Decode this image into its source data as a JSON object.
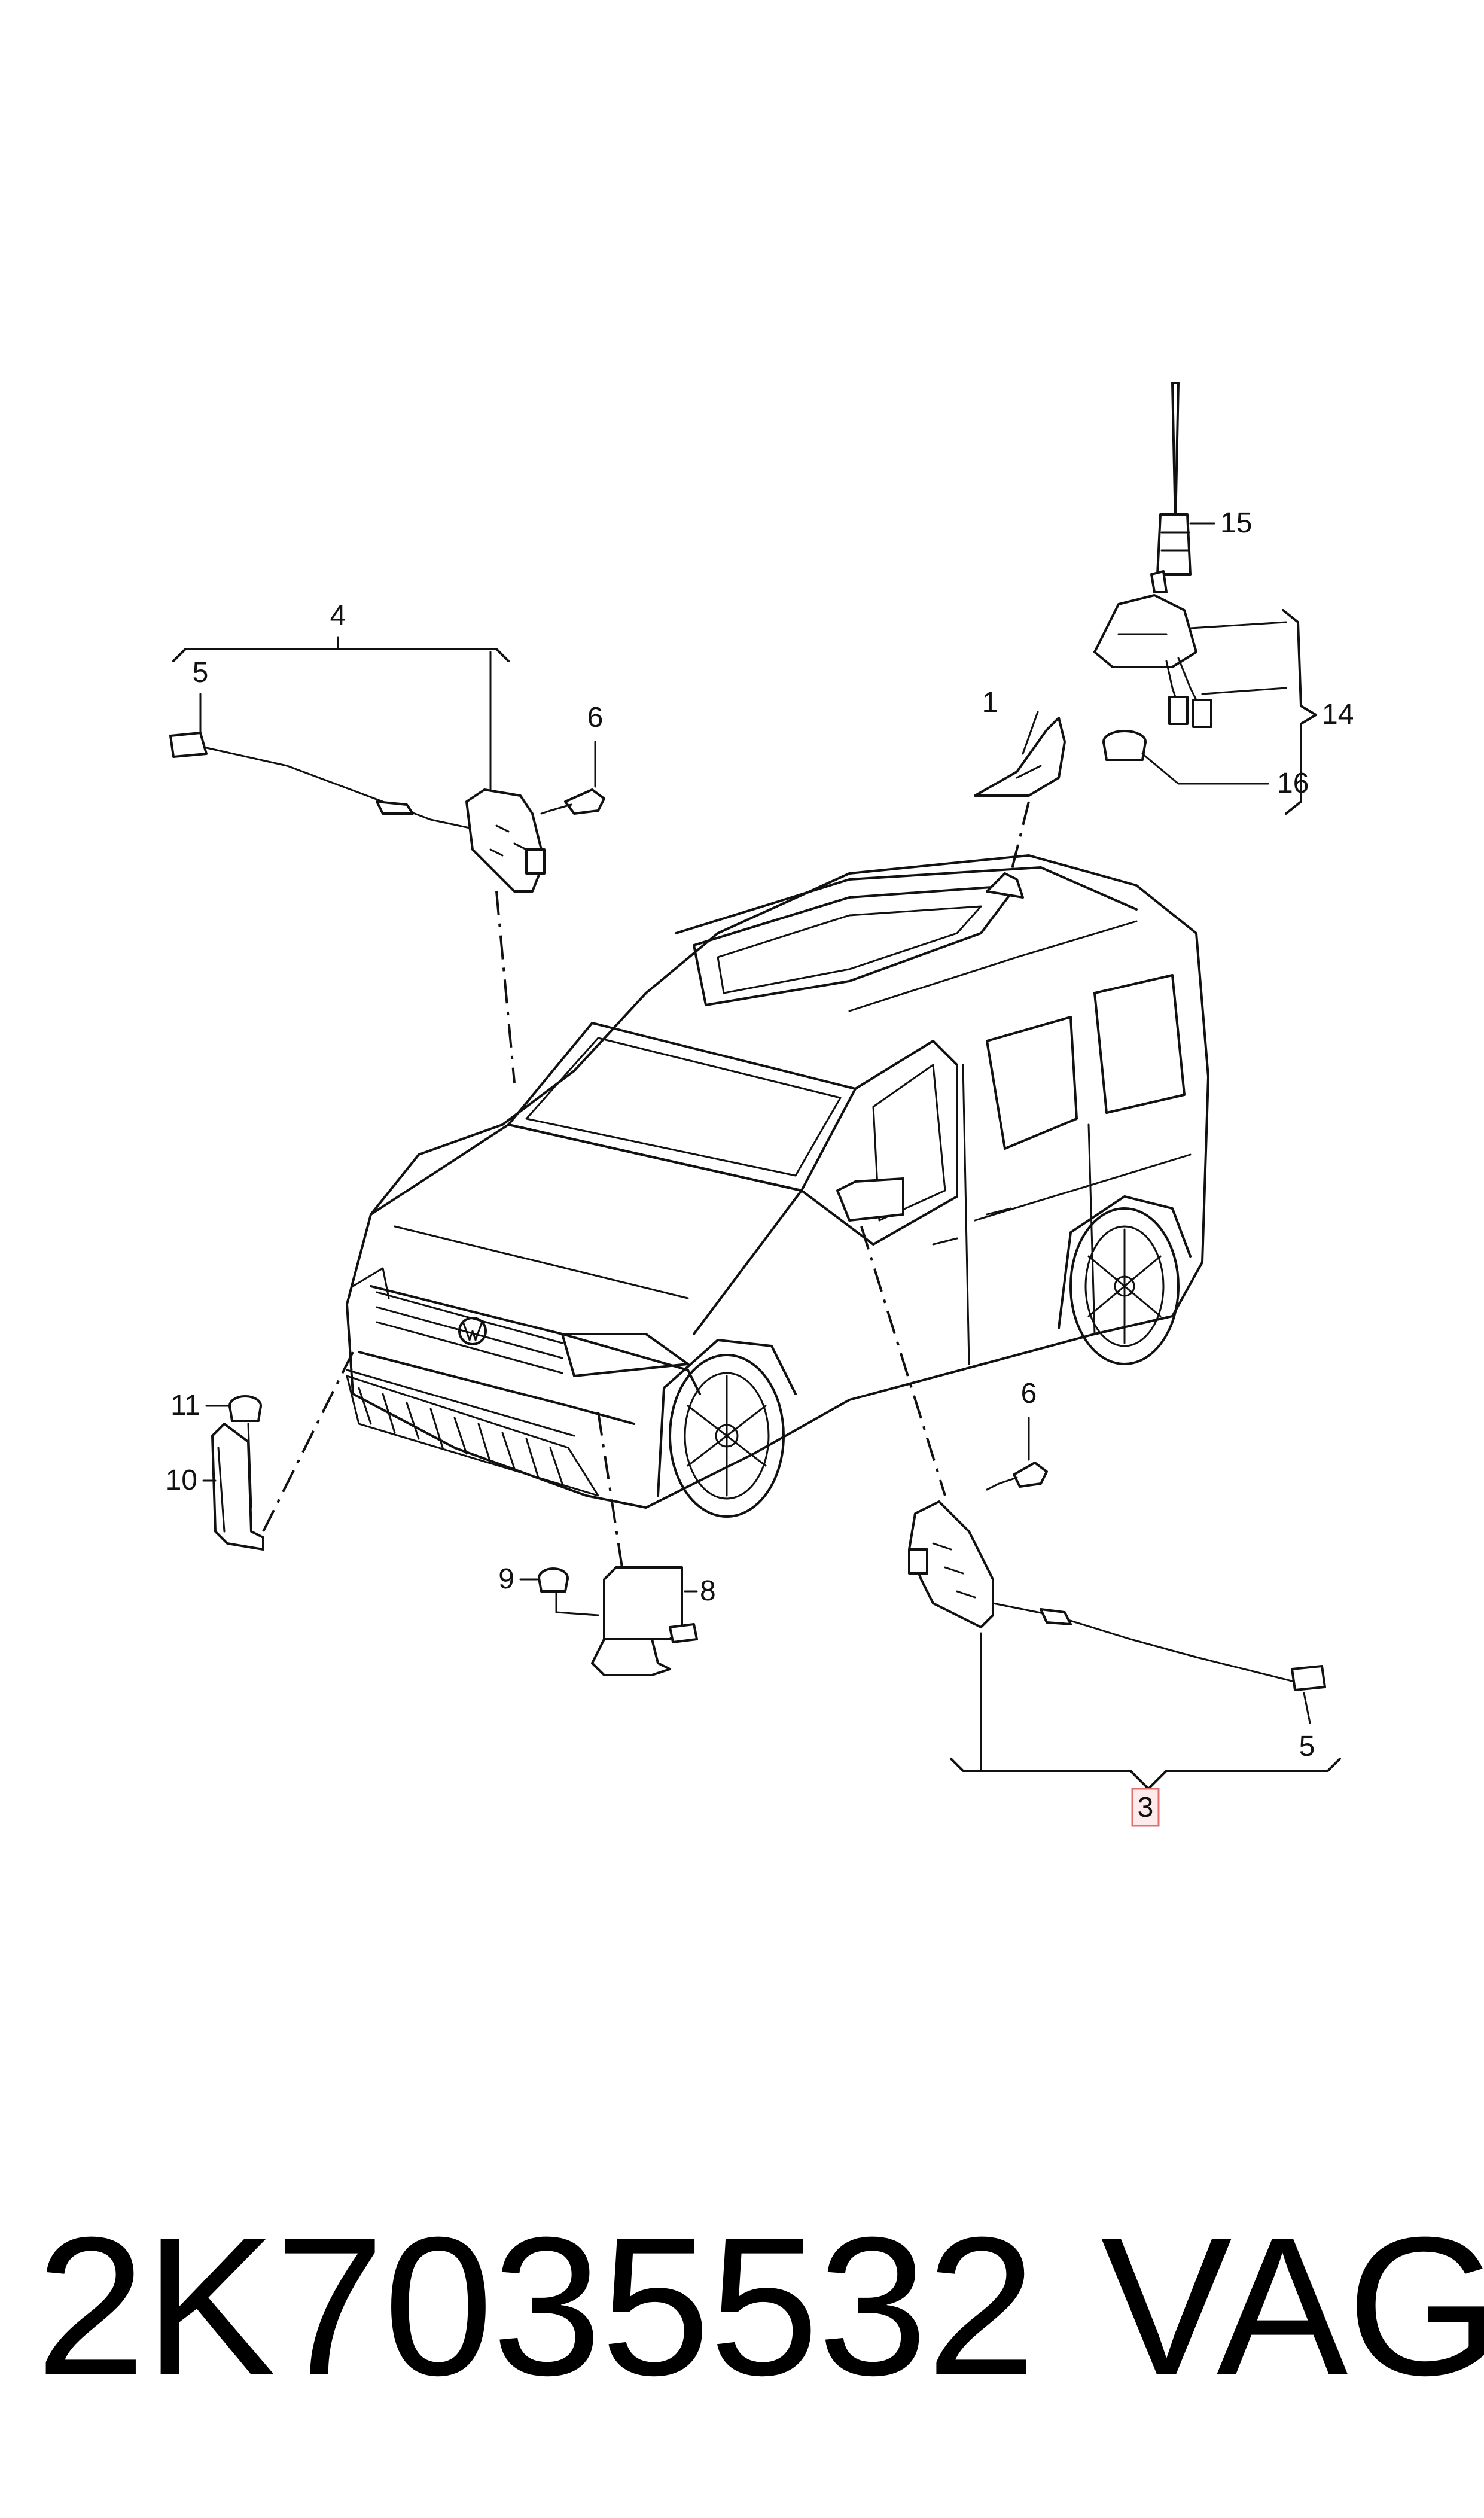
{
  "callouts": {
    "c1": "1",
    "c3": "3",
    "c4": "4",
    "c5a": "5",
    "c5b": "5",
    "c6a": "6",
    "c6b": "6",
    "c8": "8",
    "c9": "9",
    "c10": "10",
    "c11": "11",
    "c14": "14",
    "c15": "15",
    "c16": "16"
  },
  "footer": {
    "part_number": "2K7035532",
    "brand": "VAG"
  },
  "colors": {
    "line": "#111111",
    "highlight_border": "#e07070",
    "highlight_fill": "#fdeaea"
  }
}
